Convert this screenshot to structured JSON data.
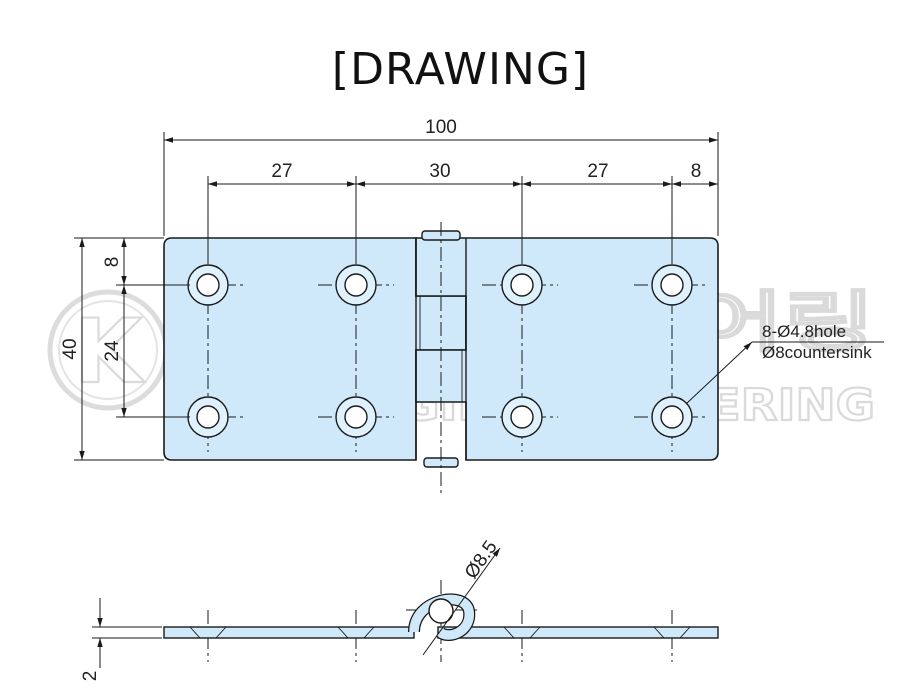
{
  "title": "[DRAWING]",
  "watermark": {
    "logo_letter": "K",
    "korean_name": "광일엔지니어링",
    "english_name": "KWANGIL ENGINEERING"
  },
  "dimensions": {
    "overall_width": "100",
    "spacing_left": "27",
    "spacing_center": "30",
    "spacing_right": "27",
    "edge_offset": "8",
    "overall_height": "40",
    "top_offset": "8",
    "hole_pitch": "24",
    "pin_diameter": "Ø8.5",
    "thickness": "2"
  },
  "callout": {
    "line1": "8-Ø4.8hole",
    "line2": "Ø8countersink"
  },
  "colors": {
    "plate_fill": "#cfe9fb",
    "outline": "#1a1a1a",
    "watermark": "#dadada"
  }
}
